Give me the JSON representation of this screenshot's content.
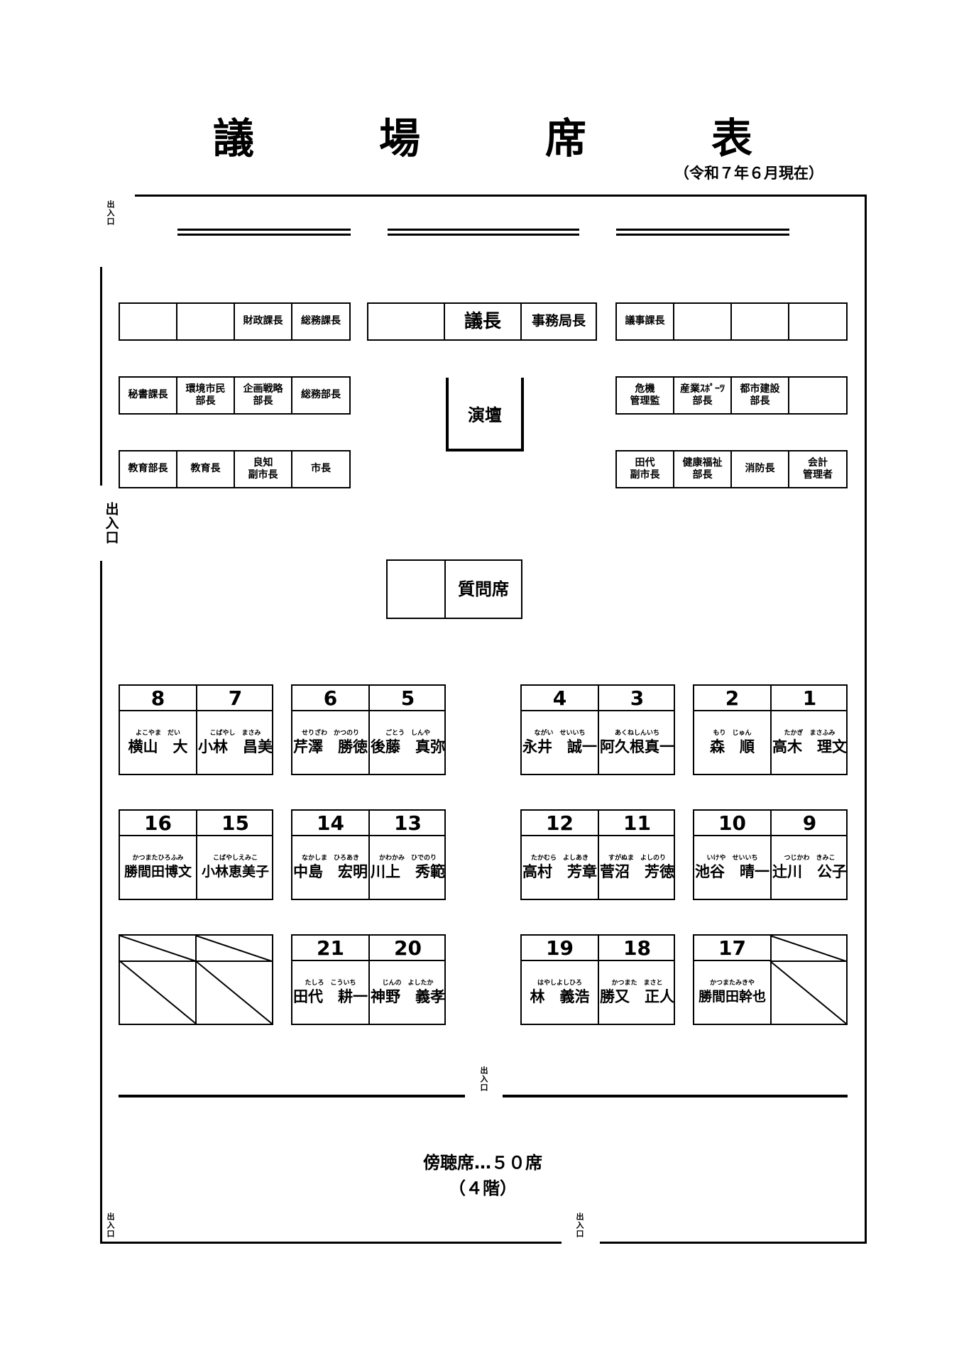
{
  "title_chars": [
    "議",
    "場",
    "席",
    "表"
  ],
  "subtitle": "（令和７年６月現在）",
  "entrance_label": "出入口",
  "exec_rows": [
    [
      "",
      "",
      "財政課長",
      "総務課長"
    ],
    [
      "",
      "議長",
      "事務局長"
    ],
    [
      "議事課長",
      "",
      "",
      ""
    ],
    [
      "秘書課長",
      "環境市民\n部長",
      "企画戦略\n部長",
      "総務部長"
    ],
    [
      "危機\n管理監",
      "産業ｽﾎﾟｰﾂ\n部長",
      "都市建設\n部長",
      ""
    ],
    [
      "教育部長",
      "教育長",
      "良知\n副市長",
      "市長"
    ],
    [
      "田代\n副市長",
      "健康福祉\n部長",
      "消防長",
      "会計\n管理者"
    ]
  ],
  "podium_label": "演壇",
  "question_seat": {
    "blank": "",
    "label": "質問席"
  },
  "member_blocks": [
    {
      "seats": [
        {
          "num": "8",
          "kana": "よこやま　だい",
          "name": "横山　大"
        },
        {
          "num": "7",
          "kana": "こばやし　まさみ",
          "name": "小林　昌美"
        }
      ]
    },
    {
      "seats": [
        {
          "num": "6",
          "kana": "せりざわ　かつのり",
          "name": "芹澤　勝徳"
        },
        {
          "num": "5",
          "kana": "ごとう　しんや",
          "name": "後藤　真弥"
        }
      ]
    },
    {
      "seats": [
        {
          "num": "4",
          "kana": "ながい　せいいち",
          "name": "永井　誠一"
        },
        {
          "num": "3",
          "kana": "あくねしんいち",
          "name": "阿久根真一"
        }
      ]
    },
    {
      "seats": [
        {
          "num": "2",
          "kana": "もり　じゅん",
          "name": "森　順"
        },
        {
          "num": "1",
          "kana": "たかぎ　まさふみ",
          "name": "高木　理文"
        }
      ]
    },
    {
      "seats": [
        {
          "num": "16",
          "kana": "かつまたひろふみ",
          "name": "勝間田博文"
        },
        {
          "num": "15",
          "kana": "こばやしえみこ",
          "name": "小林恵美子"
        }
      ]
    },
    {
      "seats": [
        {
          "num": "14",
          "kana": "なかしま　ひろあき",
          "name": "中島　宏明"
        },
        {
          "num": "13",
          "kana": "かわかみ　ひでのり",
          "name": "川上　秀範"
        }
      ]
    },
    {
      "seats": [
        {
          "num": "12",
          "kana": "たかむら　よしあき",
          "name": "高村　芳章"
        },
        {
          "num": "11",
          "kana": "すがぬま　よしのり",
          "name": "菅沼　芳徳"
        }
      ]
    },
    {
      "seats": [
        {
          "num": "10",
          "kana": "いけや　せいいち",
          "name": "池谷　晴一"
        },
        {
          "num": "9",
          "kana": "つじかわ　きみこ",
          "name": "辻川　公子"
        }
      ]
    },
    {
      "seats": [
        {
          "num": "21",
          "kana": "たしろ　こういち",
          "name": "田代　耕一"
        },
        {
          "num": "20",
          "kana": "じんの　よしたか",
          "name": "神野　義孝"
        }
      ]
    },
    {
      "seats": [
        {
          "num": "19",
          "kana": "はやしよしひろ",
          "name": "林　義浩"
        },
        {
          "num": "18",
          "kana": "かつまた　まさと",
          "name": "勝又　正人"
        }
      ]
    },
    {
      "seats": [
        {
          "num": "17",
          "kana": "かつまたみきや",
          "name": "勝間田幹也"
        }
      ]
    }
  ],
  "gallery": {
    "line1": "傍聴席…５０席",
    "line2": "（４階）"
  }
}
